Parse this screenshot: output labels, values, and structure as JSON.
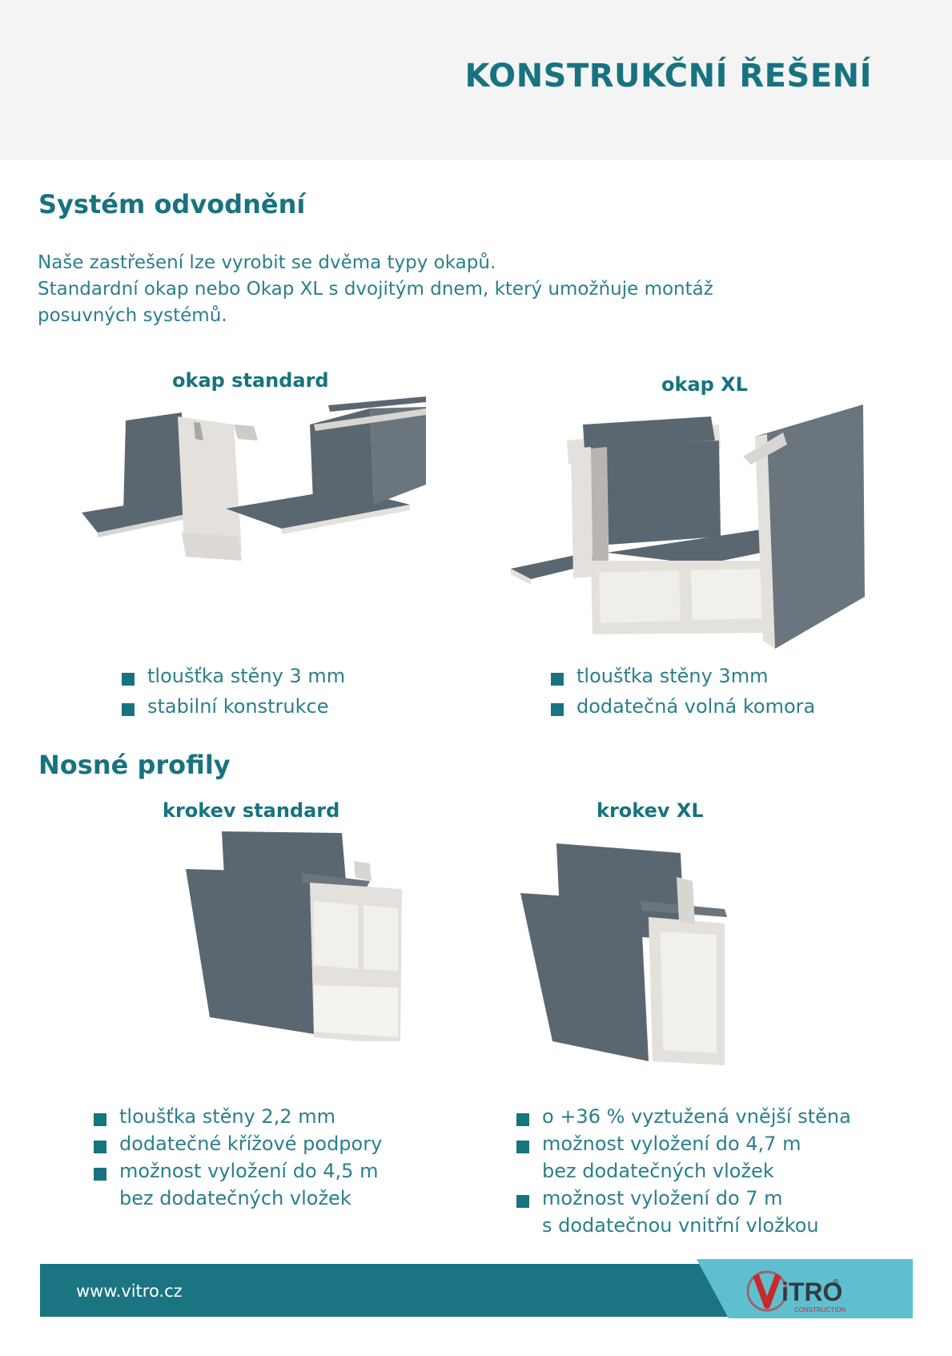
{
  "header": {
    "title": "KONSTRUKČNÍ ŘEŠENÍ"
  },
  "drainage": {
    "title": "Systém odvodnění",
    "intro": [
      "Naše zastřešení lze vyrobit se dvěma typy okapů.",
      "Standardní okap nebo Okap XL s dvojitým dnem, který umožňuje montáž",
      "posuvných systémů."
    ],
    "products": [
      {
        "title": "okap standard",
        "bullets": [
          [
            "tloušťka stěny 3 mm"
          ],
          [
            "stabilní konstrukce"
          ]
        ]
      },
      {
        "title": "okap XL",
        "bullets": [
          [
            "tloušťka stěny 3mm"
          ],
          [
            "dodatečná volná komora"
          ]
        ]
      }
    ]
  },
  "profiles": {
    "title": "Nosné profily",
    "products": [
      {
        "title": "krokev standard",
        "bullets": [
          [
            "tloušťka stěny 2,2 mm"
          ],
          [
            "dodatečné křížové podpory"
          ],
          [
            "možnost vyložení do 4,5 m",
            "bez dodatečných vložek"
          ]
        ]
      },
      {
        "title": "krokev XL",
        "bullets": [
          [
            "o +36 % vyztužená vnější stěna"
          ],
          [
            "možnost vyložení do 4,7 m",
            "bez dodatečných vložek"
          ],
          [
            "možnost vyložení do 7 m",
            "s dodatečnou vnitřní vložkou"
          ]
        ]
      }
    ]
  },
  "footer": {
    "url": "www.vitro.cz",
    "logo_text": "iTRO",
    "logo_subtext": "CONSTRUCTION",
    "logo_mark": "®"
  },
  "colors": {
    "brand_teal": "#17737f",
    "footer_teal": "#1a7482",
    "footer_light": "#5fbfcf",
    "logo_red": "#c62a2f",
    "profile_gray": "#5b6770",
    "aluminium": "#e4e1dc"
  }
}
